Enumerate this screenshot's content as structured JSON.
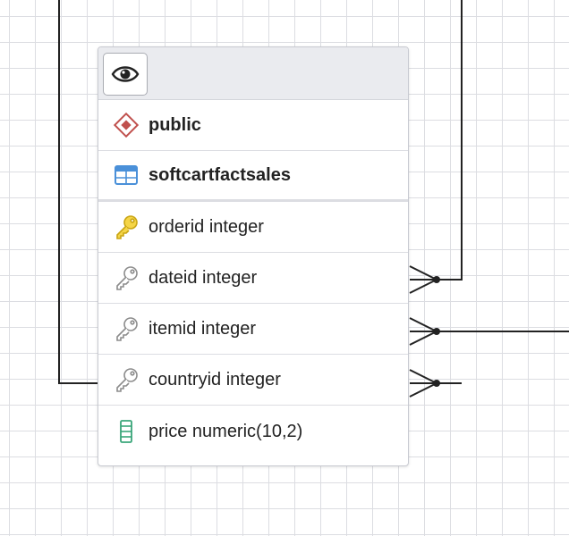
{
  "table": {
    "schema_name": "public",
    "table_name": "softcartfactsales",
    "columns": [
      {
        "label": "orderid integer",
        "icon": "primary-key-icon"
      },
      {
        "label": "dateid integer",
        "icon": "foreign-key-icon"
      },
      {
        "label": "itemid integer",
        "icon": "foreign-key-icon"
      },
      {
        "label": "countryid integer",
        "icon": "foreign-key-icon"
      },
      {
        "label": "price numeric(10,2)",
        "icon": "column-icon"
      }
    ]
  },
  "icons": {
    "view": "eye-icon",
    "schema": "schema-diamond-icon",
    "table": "table-icon"
  },
  "colors": {
    "schema_icon": "#c0504d",
    "table_icon": "#4a90d9",
    "primary_key": "#e8c32a",
    "foreign_key": "#8c8c8c",
    "column_icon": "#3aa67a",
    "relation_line": "#222222"
  }
}
